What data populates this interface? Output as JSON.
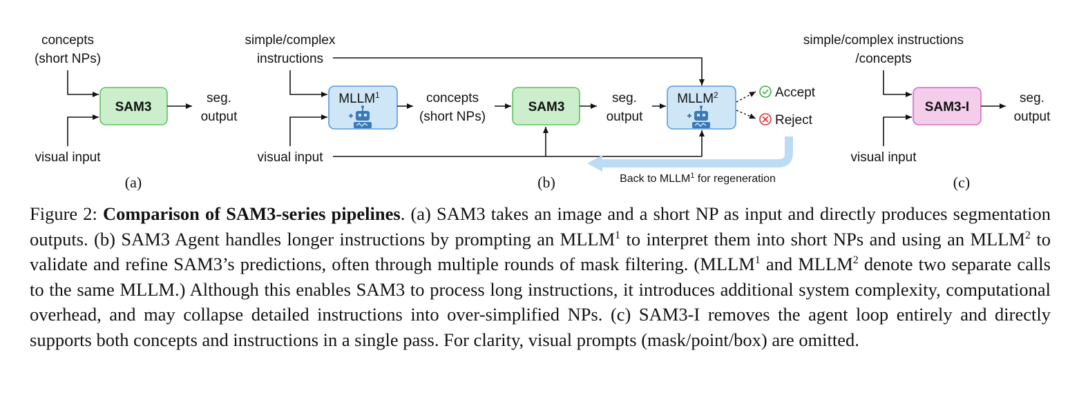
{
  "panel_a": {
    "input_top_line1": "concepts",
    "input_top_line2": "(short NPs)",
    "input_bottom": "visual input",
    "box": "SAM3",
    "output_line1": "seg.",
    "output_line2": "output",
    "sublabel": "(a)"
  },
  "panel_b": {
    "input_top_line1": "simple/complex",
    "input_top_line2": "instructions",
    "input_bottom": "visual input",
    "mllm1": "MLLM",
    "mllm1_sup": "1",
    "concepts_line1": "concepts",
    "concepts_line2": "(short NPs)",
    "box": "SAM3",
    "output_line1": "seg.",
    "output_line2": "output",
    "mllm2": "MLLM",
    "mllm2_sup": "2",
    "accept": "Accept",
    "reject": "Reject",
    "feedback_pre": "Back to MLLM",
    "feedback_sup": "1",
    "feedback_post": " for regeneration",
    "sublabel": "(b)"
  },
  "panel_c": {
    "input_top_line1": "simple/complex instructions",
    "input_top_line2": "/concepts",
    "input_bottom": "visual input",
    "box": "SAM3-I",
    "output_line1": "seg.",
    "output_line2": "output",
    "sublabel": "(c)"
  },
  "colors": {
    "sam3_fill": "#cdeecd",
    "sam3_stroke": "#5cc45c",
    "mllm_fill": "#cfe6f7",
    "mllm_stroke": "#5a9bd5",
    "sam3i_fill": "#f3cdea",
    "sam3i_stroke": "#d36cc4",
    "feedback_arrow": "#bcdcf3",
    "accept": "#3cb043",
    "reject": "#e0303a"
  },
  "caption": {
    "prefix": "Figure 2: ",
    "title": "Comparison of SAM3-series pipelines",
    "text_1": ". (a) SAM3 takes an image and a short NP as input and directly produces segmentation outputs. (b) SAM3 Agent handles longer instructions by prompting an MLLM",
    "sup_1": "1",
    "text_2": " to interpret them into short NPs and using an MLLM",
    "sup_2": "2",
    "text_3": " to validate and refine SAM3’s predictions, often through multiple rounds of mask filtering. (MLLM",
    "sup_3": "1",
    "text_4": " and MLLM",
    "sup_4": "2",
    "text_5": " denote two separate calls to the same MLLM.) Although this enables SAM3 to process long instructions, it introduces additional system complexity, computational overhead, and may collapse detailed instructions into over-simplified NPs. (c) SAM3-I removes the agent loop entirely and directly supports both concepts and instructions in a single pass. For clarity, visual prompts (mask/point/box) are omitted."
  }
}
